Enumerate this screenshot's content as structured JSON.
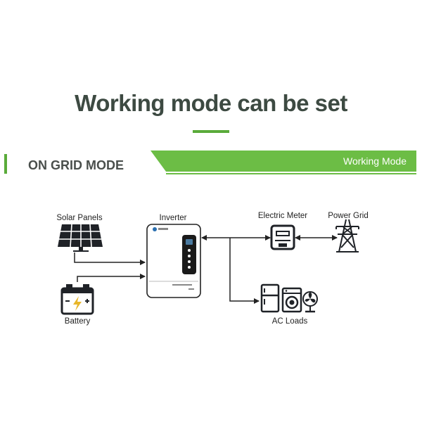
{
  "title": "Working mode can be set",
  "mode_label": "ON GRID MODE",
  "working_mode_label": "Working Mode",
  "colors": {
    "accent": "#6cbd45",
    "title": "#3d4a42",
    "line": "#222222"
  },
  "nodes": {
    "solar": {
      "label": "Solar Panels",
      "icon": "solar-panel-icon"
    },
    "battery": {
      "label": "Battery",
      "icon": "battery-icon"
    },
    "inverter": {
      "label": "Inverter",
      "icon": "inverter-icon"
    },
    "meter": {
      "label": "Electric Meter",
      "icon": "electric-meter-icon"
    },
    "grid": {
      "label": "Power Grid",
      "icon": "power-tower-icon"
    },
    "loads": {
      "label": "AC Loads",
      "icons": [
        "fridge-icon",
        "washing-machine-icon",
        "fan-icon"
      ]
    }
  }
}
